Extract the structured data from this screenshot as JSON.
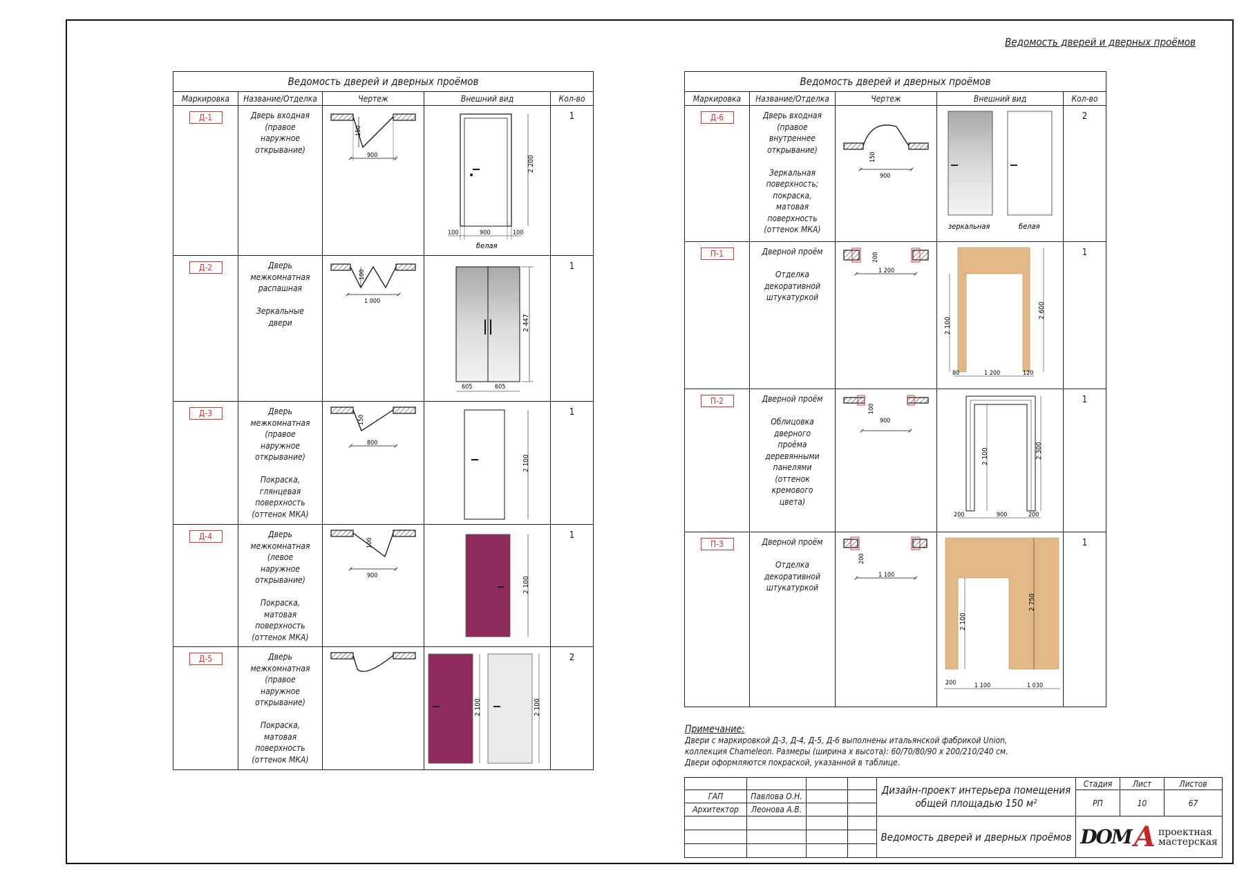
{
  "sheet_title": "Ведомость дверей и дверных проёмов",
  "colors": {
    "red_mark": "#d63030",
    "plaster": "#e3b887",
    "magenta_door": "#8e2b5c",
    "cream_door": "#ecebe6"
  },
  "left_table": {
    "title": "Ведомость дверей и дверных проёмов",
    "headers": {
      "mark": "Маркировка",
      "name": "Название/Отделка",
      "drawing": "Чертеж",
      "view": "Внешний вид",
      "qty": "Кол-во"
    },
    "rows": [
      {
        "mark": "Д-1",
        "name": "Дверь входная\n(правое\nнаружное\nоткрывание)",
        "qty": "1",
        "plan_dims": {
          "depth": "150",
          "width": "900"
        },
        "view_dims": {
          "height": "2 200",
          "left": "100",
          "mid": "900",
          "right": "100"
        },
        "caption": "белая"
      },
      {
        "mark": "Д-2",
        "name": "Дверь\nмежкомнатная\nраспашная\n\nЗеркальные\nдвери",
        "qty": "1",
        "plan_dims": {
          "depth": "100",
          "width": "1 000"
        },
        "view_dims": {
          "height": "2 447",
          "left": "605",
          "right": "605"
        }
      },
      {
        "mark": "Д-3",
        "name": "Дверь\nмежкомнатная\n(правое\nнаружное\nоткрывание)\n\nПокраска,\nглянцевая\nповерхность\n(оттенок МКА)",
        "qty": "1",
        "plan_dims": {
          "depth": "150",
          "width": "800"
        },
        "view_dims": {
          "height": "2 100"
        }
      },
      {
        "mark": "Д-4",
        "name": "Дверь\nмежкомнатная\n(левое\nнаружное\nоткрывание)\n\nПокраска,\nматовая\nповерхность\n(оттенок МКА)",
        "qty": "1",
        "plan_dims": {
          "depth": "100",
          "width": "900"
        },
        "view_dims": {
          "height": "2 100"
        }
      },
      {
        "mark": "Д-5",
        "name": "Дверь\nмежкомнатная\n(правое\nнаружное\nоткрывание)\n\nПокраска,\nматовая\nповерхность\n(оттенок МКА)",
        "qty": "2",
        "view_dims": {
          "h1": "2 100",
          "h2": "2 100"
        }
      }
    ]
  },
  "right_table": {
    "title": "Ведомость дверей и дверных проёмов",
    "headers": {
      "mark": "Маркировка",
      "name": "Название/Отделка",
      "drawing": "Чертеж",
      "view": "Внешний вид",
      "qty": "Кол-во"
    },
    "rows": [
      {
        "mark": "Д-6",
        "name": "Дверь входная\n(правое\nвнутреннее\nоткрывание)\n\nЗеркальная\nповерхность;\nпокраска,\nматовая\nповерхность\n(оттенок МКА)",
        "qty": "2",
        "plan_dims": {
          "depth": "150",
          "width": "900"
        },
        "captions": {
          "left": "зеркальная",
          "right": "белая"
        }
      },
      {
        "mark": "П-1",
        "name": "Дверной проём\n\nОтделка\nдекоративной\nштукатуркой",
        "qty": "1",
        "plan_dims": {
          "depth": "200",
          "width": "1 200"
        },
        "view_dims": {
          "inner_h": "2 100",
          "outer_h": "2 600",
          "left": "80",
          "mid": "1 200",
          "right": "120"
        }
      },
      {
        "mark": "П-2",
        "name": "Дверной проём\n\nОблицовка\nдверного\nпроёма\nдеревянными\nпанелями\n(оттенок\nкремового\nцвета)",
        "qty": "1",
        "plan_dims": {
          "depth": "100",
          "width": "900"
        },
        "view_dims": {
          "inner_h": "2 100",
          "outer_h": "2 300",
          "left": "200",
          "mid": "900",
          "right": "200"
        }
      },
      {
        "mark": "П-3",
        "name": "Дверной проём\n\nОтделка\nдекоративной\nштукатуркой",
        "qty": "1",
        "plan_dims": {
          "depth": "200",
          "width": "1 100"
        },
        "view_dims": {
          "inner_h": "2 100",
          "outer_h": "2 750",
          "left": "200",
          "mid": "1 100",
          "right": "1 030"
        }
      }
    ]
  },
  "note": {
    "title": "Примечание:",
    "lines": [
      "Двери с маркировкой Д-3, Д-4, Д-5, Д-6 выполнены итальянской фабрикой Union,",
      "коллекция Chameleon. Размеры (ширина х высота): 60/70/80/90 х 200/210/240 см.",
      "Двери оформляются покраской, указанной в таблице."
    ]
  },
  "stamp": {
    "role1": "ГАП",
    "name1": "Павлова О.Н.",
    "role2": "Архитектор",
    "name2": "Леонова А.В.",
    "project": "Дизайн-проект интерьера помещения общей площадью 150 м²",
    "sheet_name": "Ведомость дверей и дверных проёмов",
    "stage_label": "Стадия",
    "sheet_label": "Лист",
    "sheets_label": "Листов",
    "stage": "РП",
    "sheet": "10",
    "sheets": "67",
    "logo_main": "DOM",
    "logo_letter": "A",
    "logo_line1": "проектная",
    "logo_line2": "мастерская"
  }
}
